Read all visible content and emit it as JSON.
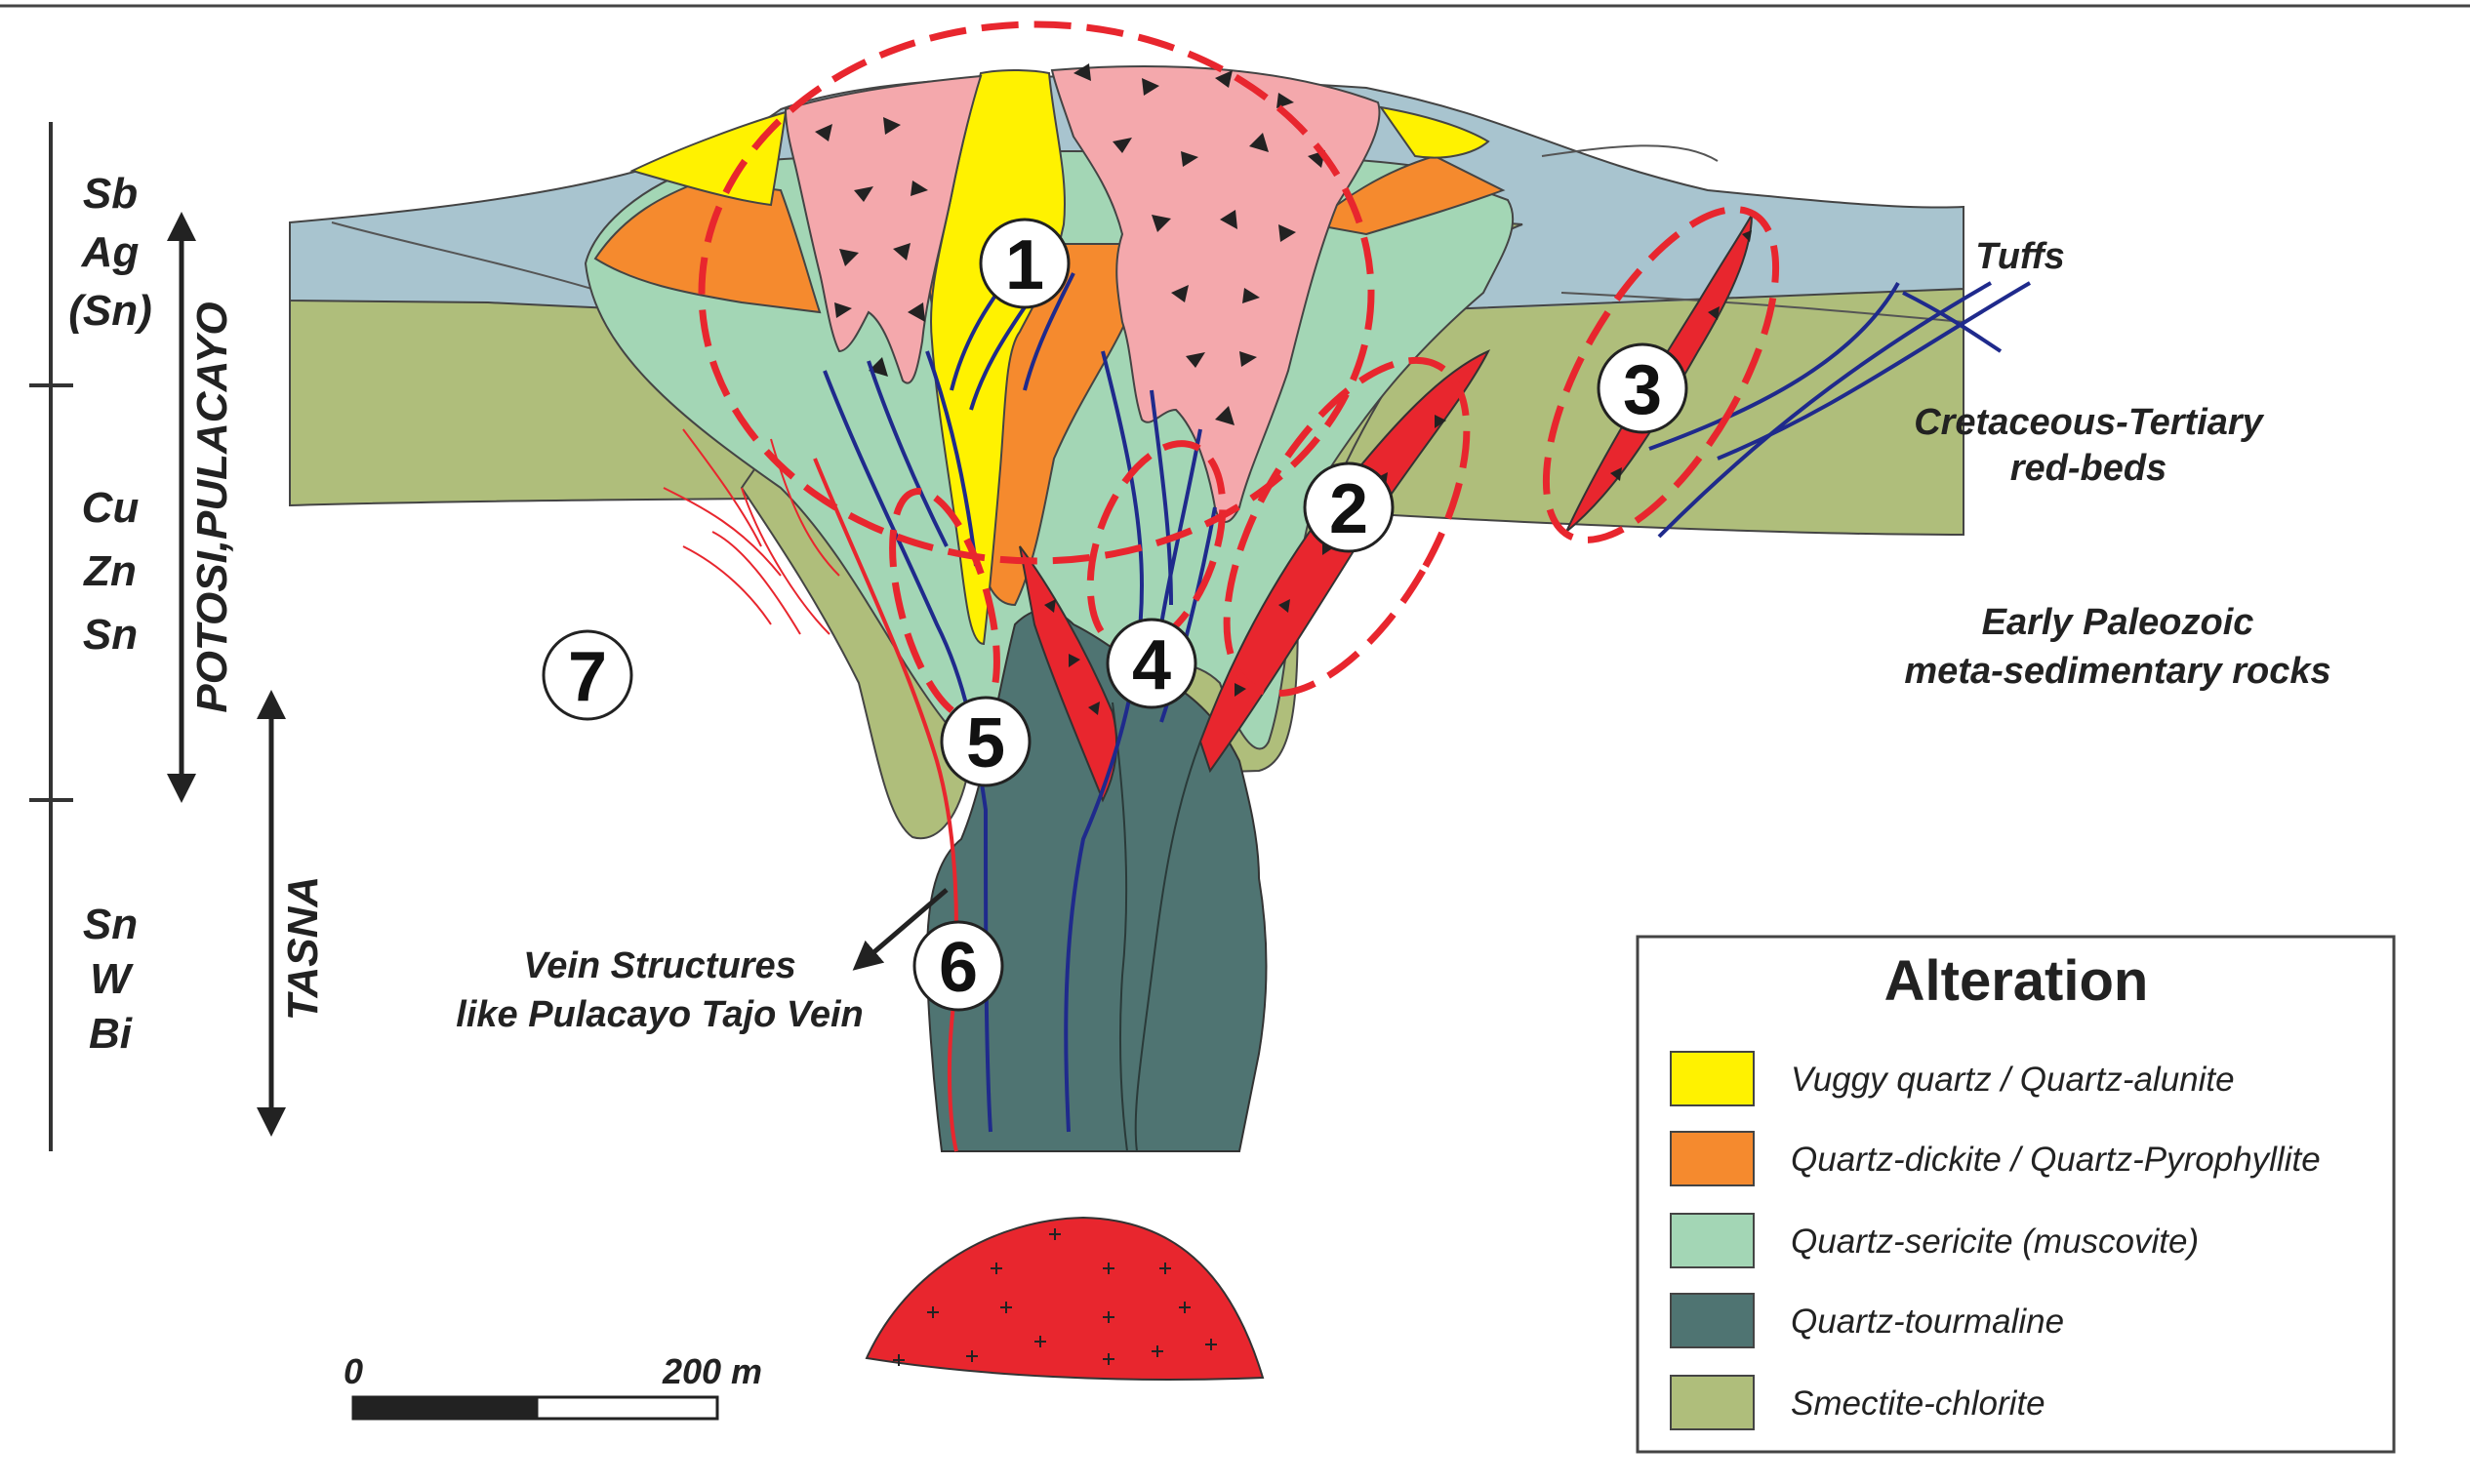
{
  "metal_zones": [
    {
      "lines": [
        "Sb",
        "Ag",
        "(Sn)"
      ]
    },
    {
      "lines": [
        "Cu",
        "Zn",
        "Sn"
      ]
    },
    {
      "lines": [
        "Sn",
        "W",
        "Bi"
      ]
    }
  ],
  "deposit_ranges": {
    "potosi": "POTOSI,PULACAYO",
    "tasna": "TASNA"
  },
  "unit_labels": {
    "tuffs": "Tuffs",
    "redbeds": [
      "Cretaceous-Tertiary",
      "red-beds"
    ],
    "paleozoic": [
      "Early Paleozoic",
      "meta-sedimentary rocks"
    ],
    "vein": [
      "Vein Structures",
      "like Pulacayo Tajo Vein"
    ]
  },
  "numbers": [
    "1",
    "2",
    "3",
    "4",
    "5",
    "6",
    "7"
  ],
  "scale_bar": {
    "start": "0",
    "end": "200 m"
  },
  "legend": {
    "title": "Alteration",
    "items": [
      {
        "label": "Vuggy quartz / Quartz-alunite",
        "color": "#FFF200"
      },
      {
        "label": "Quartz-dickite / Quartz-Pyrophyllite",
        "color": "#F58A2E"
      },
      {
        "label": "Quartz-sericite (muscovite)",
        "color": "#A3D6B5"
      },
      {
        "label": "Quartz-tourmaline",
        "color": "#4F7472"
      },
      {
        "label": "Smectite-chlorite",
        "color": "#AFBE7B"
      }
    ]
  },
  "colors": {
    "tuffs": "#A8C4CF",
    "redbeds": "#AFBE7B",
    "breccia": "#F4A8AC",
    "intrusion": "#E8262E",
    "ellipse": "#E8262E",
    "veins": "#1F2A8C"
  }
}
